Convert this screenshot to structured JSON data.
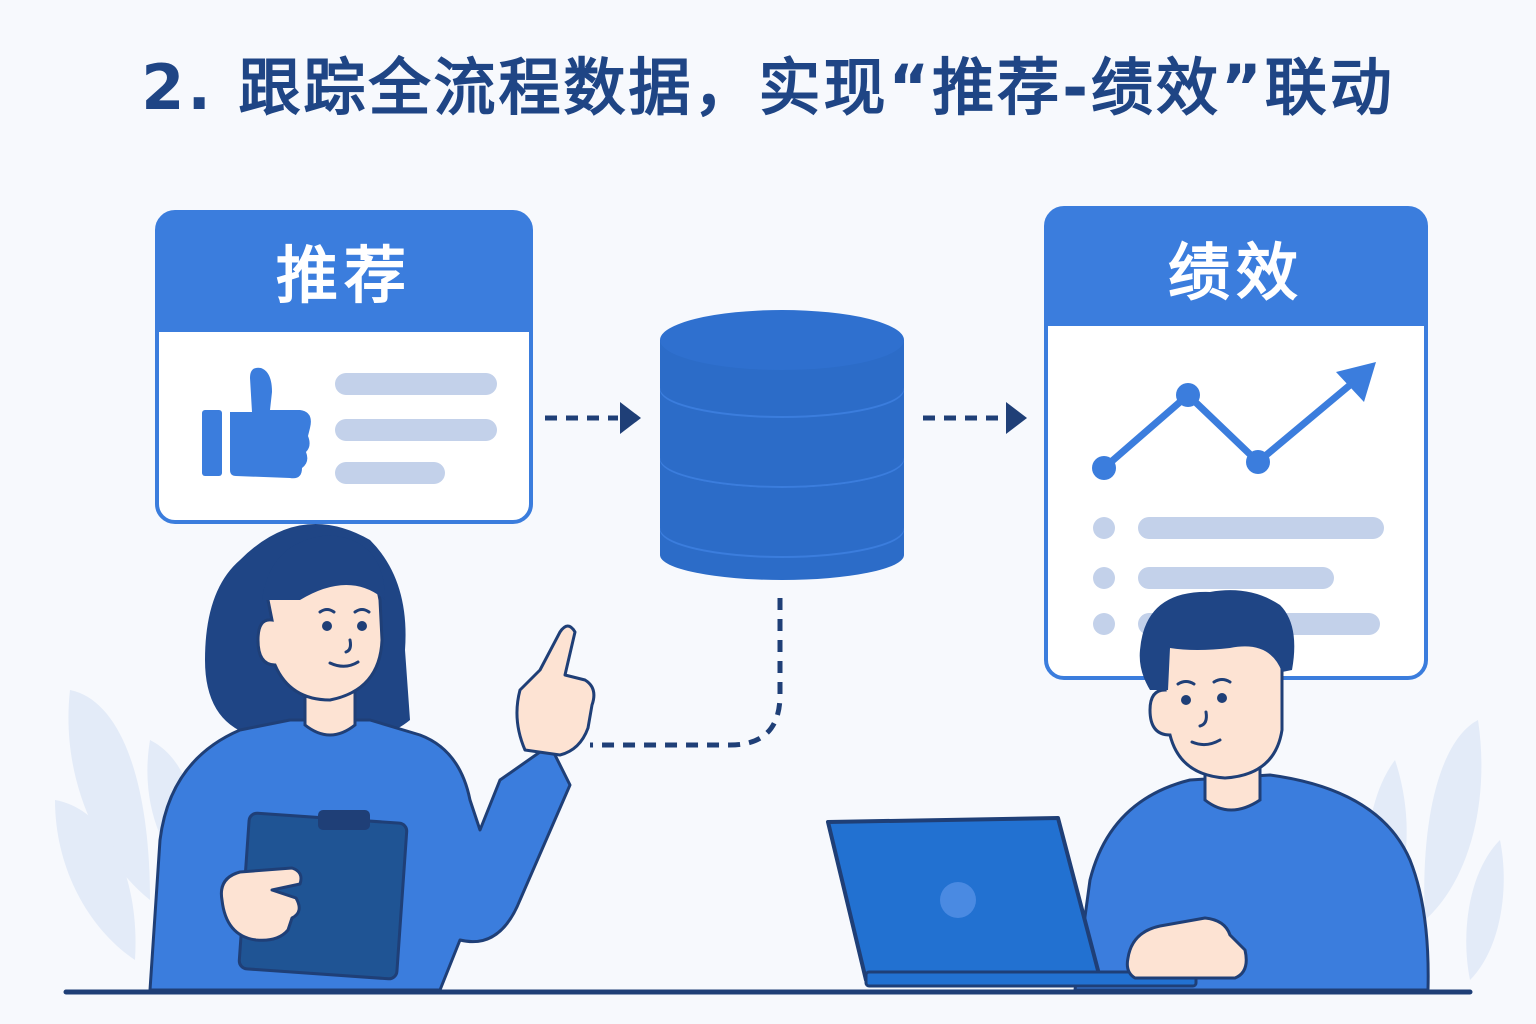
{
  "title": "2. 跟踪全流程数据，实现“推荐-绩效”联动",
  "recommend_card": {
    "title": "推荐",
    "icon": "thumbs-up-icon"
  },
  "performance_card": {
    "title": "绩效",
    "icon": "line-chart-icon"
  },
  "database": {
    "icon": "database-icon"
  },
  "colors": {
    "primary": "#3b7ddd",
    "dark_navy": "#1f3f77",
    "light_line": "#c3d1ea",
    "background": "#f7f9fd",
    "skin": "#fde3d3"
  }
}
